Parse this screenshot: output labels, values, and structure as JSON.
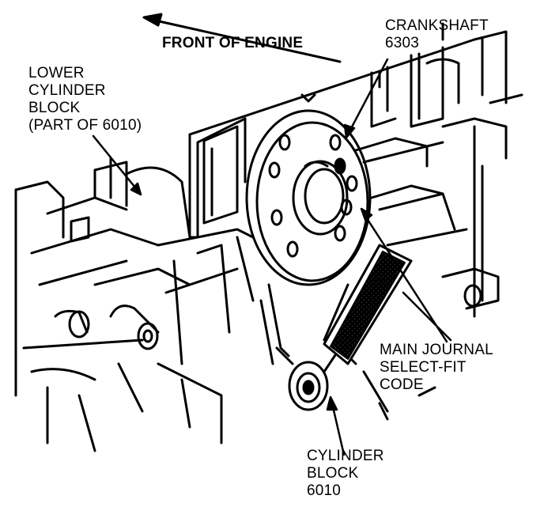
{
  "labels": {
    "front_of_engine": "FRONT OF ENGINE",
    "crankshaft": {
      "line1": "CRANKSHAFT",
      "line2": "6303"
    },
    "lower_cylinder_block": {
      "line1": "LOWER",
      "line2": "CYLINDER",
      "line3": "BLOCK",
      "line4": "(PART OF 6010)"
    },
    "main_journal_code": {
      "line1": "MAIN JOURNAL",
      "line2": "SELECT-FIT",
      "line3": "CODE"
    },
    "cylinder_block": {
      "line1": "CYLINDER",
      "line2": "BLOCK",
      "line3": "6010"
    }
  }
}
